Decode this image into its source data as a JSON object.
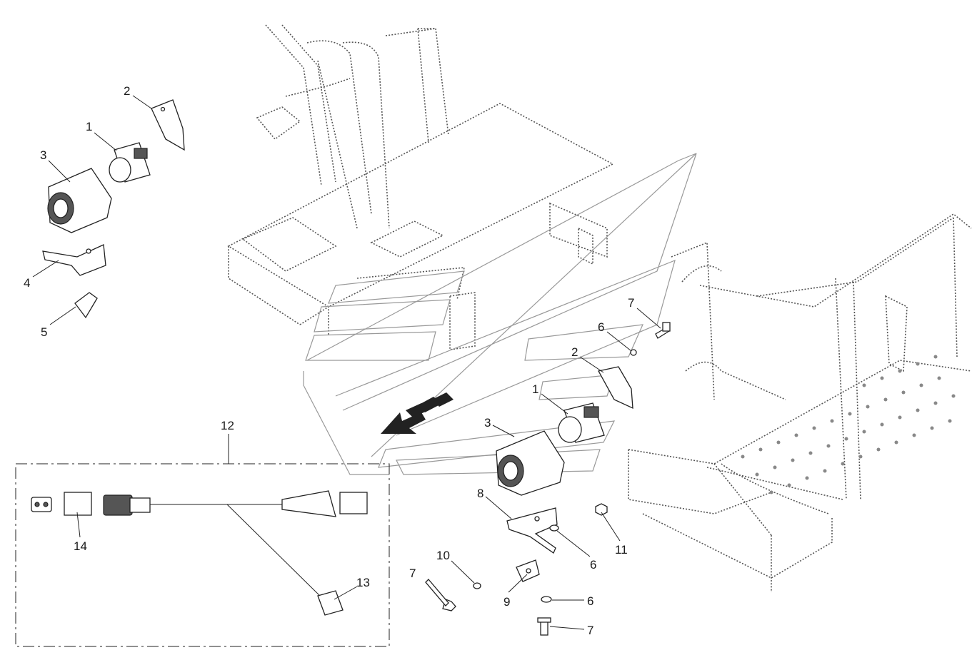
{
  "diagram": {
    "callouts": [
      {
        "id": "c1a",
        "label": "1"
      },
      {
        "id": "c2a",
        "label": "2"
      },
      {
        "id": "c3a",
        "label": "3"
      },
      {
        "id": "c4",
        "label": "4"
      },
      {
        "id": "c5",
        "label": "5"
      },
      {
        "id": "c7a",
        "label": "7"
      },
      {
        "id": "c6a",
        "label": "6"
      },
      {
        "id": "c2b",
        "label": "2"
      },
      {
        "id": "c1b",
        "label": "1"
      },
      {
        "id": "c3b",
        "label": "3"
      },
      {
        "id": "c12",
        "label": "12"
      },
      {
        "id": "c8",
        "label": "8"
      },
      {
        "id": "c11",
        "label": "11"
      },
      {
        "id": "c6b",
        "label": "6"
      },
      {
        "id": "c10",
        "label": "10"
      },
      {
        "id": "c7b",
        "label": "7"
      },
      {
        "id": "c13",
        "label": "13"
      },
      {
        "id": "c9",
        "label": "9"
      },
      {
        "id": "c6c",
        "label": "6"
      },
      {
        "id": "c7c",
        "label": "7"
      },
      {
        "id": "c14",
        "label": "14"
      }
    ]
  }
}
